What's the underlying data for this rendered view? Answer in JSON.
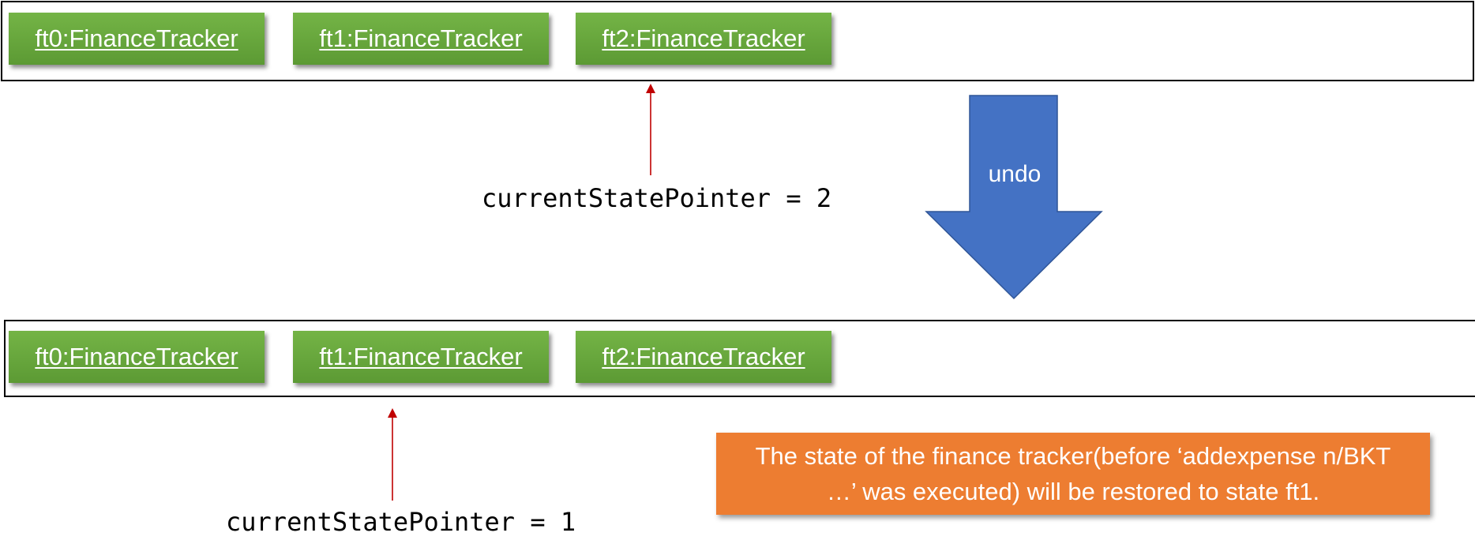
{
  "before": {
    "states": [
      {
        "id": "ft0",
        "label": "ft0:FinanceTracker"
      },
      {
        "id": "ft1",
        "label": "ft1:FinanceTracker"
      },
      {
        "id": "ft2",
        "label": "ft2:FinanceTracker"
      }
    ],
    "pointer_label": "currentStatePointer = 2",
    "pointer_index": 2
  },
  "transition": {
    "label": "undo",
    "color": "#4472c4"
  },
  "after": {
    "states": [
      {
        "id": "ft0",
        "label": "ft0:FinanceTracker"
      },
      {
        "id": "ft1",
        "label": "ft1:FinanceTracker"
      },
      {
        "id": "ft2",
        "label": "ft2:FinanceTracker"
      }
    ],
    "pointer_label": "currentStatePointer = 1",
    "pointer_index": 1
  },
  "note": {
    "text": "The state of the finance tracker(before ‘addexpense n/BKT …’ was executed) will be restored to state ft1."
  },
  "colors": {
    "state_box": "#6aa83e",
    "pointer_arrow": "#c00000",
    "note": "#ed7d31",
    "transition_arrow": "#4472c4"
  }
}
